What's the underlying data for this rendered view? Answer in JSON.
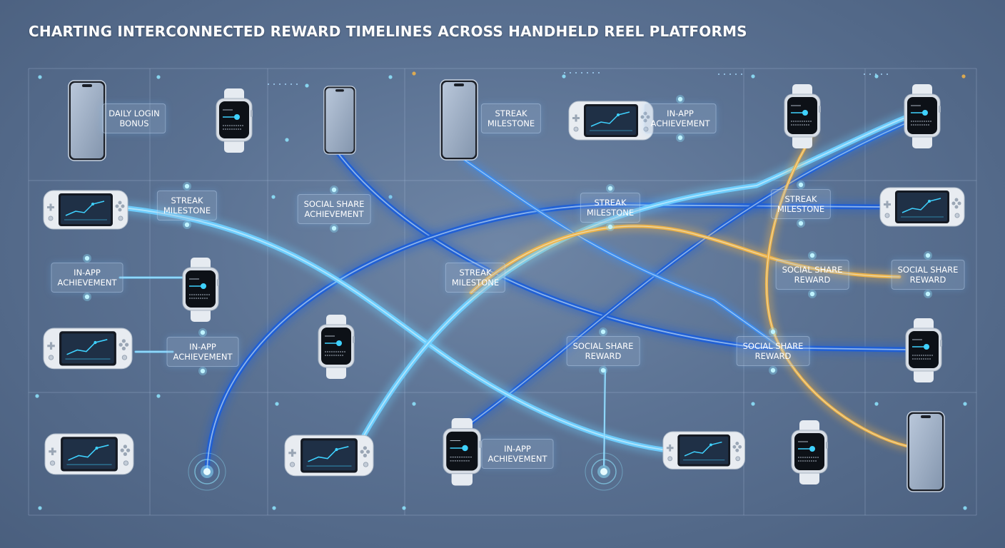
{
  "title": "CHARTING INTERCONNECTED REWARD TIMELINES ACROSS HANDHELD REEL PLATFORMS",
  "colors": {
    "blue_dark": "#1f5fd6",
    "blue_mid": "#3d8df0",
    "blue_light": "#6fd0ff",
    "gold": "#f2b446",
    "glow": "#8fe6ff"
  },
  "devices": [
    {
      "id": "phone-r1-a",
      "kind": "phone"
    },
    {
      "id": "watch-r1-a",
      "kind": "watch"
    },
    {
      "id": "phone-r1-b",
      "kind": "phone"
    },
    {
      "id": "phone-r1-c",
      "kind": "phone"
    },
    {
      "id": "console-r1-a",
      "kind": "console"
    },
    {
      "id": "watch-r1-b",
      "kind": "watch"
    },
    {
      "id": "watch-r1-c",
      "kind": "watch"
    },
    {
      "id": "console-r2-a",
      "kind": "console"
    },
    {
      "id": "console-r2-b",
      "kind": "console"
    },
    {
      "id": "watch-r3-a",
      "kind": "watch"
    },
    {
      "id": "console-r4-a",
      "kind": "console"
    },
    {
      "id": "watch-r4-a",
      "kind": "watch"
    },
    {
      "id": "watch-r4-b",
      "kind": "watch"
    },
    {
      "id": "console-r5-a",
      "kind": "console"
    },
    {
      "id": "console-r5-b",
      "kind": "console"
    },
    {
      "id": "watch-r5-a",
      "kind": "watch"
    },
    {
      "id": "console-r5-c",
      "kind": "console"
    },
    {
      "id": "watch-r5-b",
      "kind": "watch"
    },
    {
      "id": "phone-r5-a",
      "kind": "phone"
    }
  ],
  "labels": [
    {
      "lines": [
        "DAILY LOGIN",
        "BONUS"
      ]
    },
    {
      "lines": [
        "STREAK",
        "MILESTONE"
      ]
    },
    {
      "lines": [
        "IN-APP",
        "ACHIEVEMENT"
      ]
    },
    {
      "lines": [
        "STREAK",
        "MILESTONE"
      ]
    },
    {
      "lines": [
        "SOCIAL SHARE",
        "ACHIEVEMENT"
      ]
    },
    {
      "lines": [
        "STREAK",
        "MILESTONE"
      ]
    },
    {
      "lines": [
        "STREAK",
        "MILESTONE"
      ]
    },
    {
      "lines": [
        "IN-APP",
        "ACHIEVEMENT"
      ]
    },
    {
      "lines": [
        "STREAK",
        "MILESTONE"
      ]
    },
    {
      "lines": [
        "SOCIAL SHARE",
        "REWARD"
      ]
    },
    {
      "lines": [
        "SOCIAL SHARE",
        "REWARD"
      ]
    },
    {
      "lines": [
        "IN-APP",
        "ACHIEVEMENT"
      ]
    },
    {
      "lines": [
        "SOCIAL SHARE",
        "REWARD"
      ]
    },
    {
      "lines": [
        "SOCIAL SHARE",
        "REWARD"
      ]
    },
    {
      "lines": [
        "IN-APP",
        "ACHIEVEMENT"
      ]
    }
  ]
}
